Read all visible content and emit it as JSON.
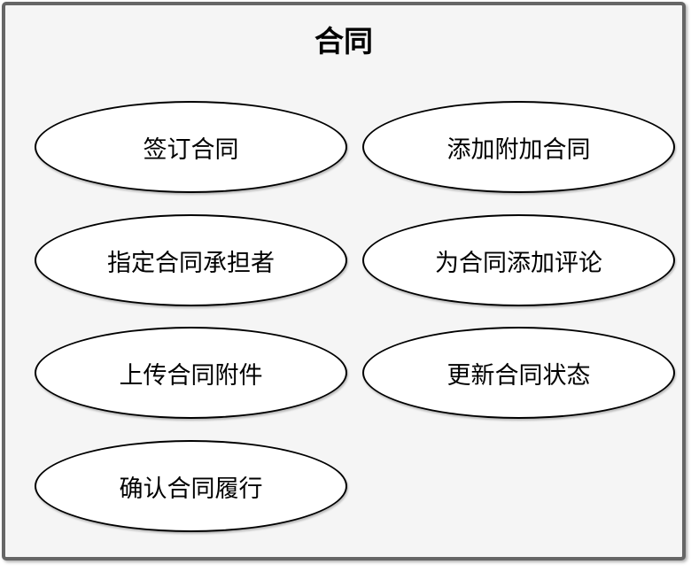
{
  "diagram": {
    "title": "合同",
    "colors": {
      "frame_border": "#666666",
      "frame_background": "#f5f5f5",
      "ellipse_fill": "#ffffff",
      "ellipse_stroke": "#000000",
      "text": "#000000"
    },
    "use_cases": [
      {
        "label": "签订合同",
        "row": 0,
        "col": 0
      },
      {
        "label": "添加附加合同",
        "row": 0,
        "col": 1
      },
      {
        "label": "指定合同承担者",
        "row": 1,
        "col": 0
      },
      {
        "label": "为合同添加评论",
        "row": 1,
        "col": 1
      },
      {
        "label": "上传合同附件",
        "row": 2,
        "col": 0
      },
      {
        "label": "更新合同状态",
        "row": 2,
        "col": 1
      },
      {
        "label": "确认合同履行",
        "row": 3,
        "col": 0
      }
    ]
  }
}
